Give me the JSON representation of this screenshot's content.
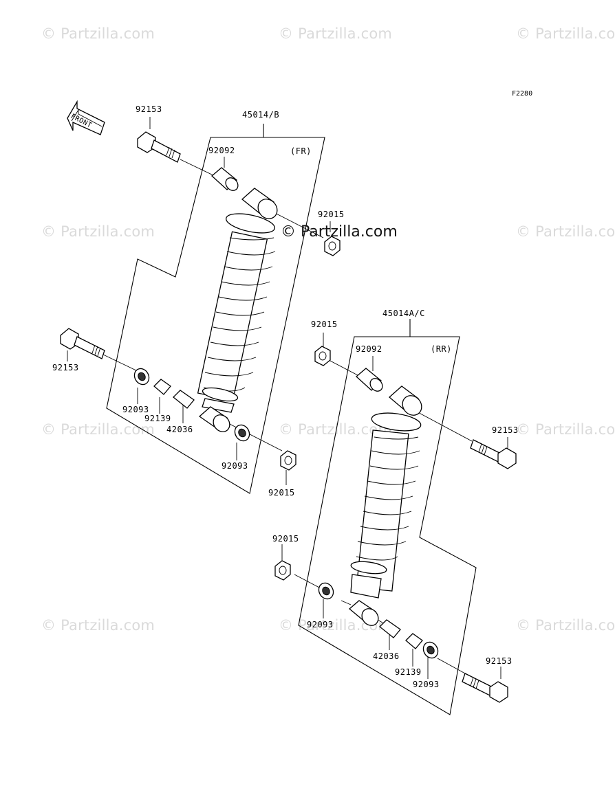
{
  "figure_code": "F2280",
  "front_arrow_label": "FRONT",
  "watermark_text": "© Partzilla.com",
  "center_watermark_text": "© Partzilla.com",
  "front_assembly": {
    "assembly_number": "45014/B",
    "position_tag": "(FR)",
    "labels": {
      "top_bolt": "92153",
      "top_bushing": "92092",
      "top_nut": "92015",
      "lower_bolt": "92153",
      "lower_seal_left": "92093",
      "lower_collar": "92139",
      "lower_sleeve": "42036",
      "lower_seal_right": "92093",
      "lower_nut": "92015"
    }
  },
  "rear_assembly": {
    "assembly_number": "45014A/C",
    "position_tag": "(RR)",
    "labels": {
      "top_nut": "92015",
      "top_bushing": "92092",
      "top_bolt": "92153",
      "lower_nut": "92015",
      "lower_seal_left": "92093",
      "lower_sleeve": "42036",
      "lower_collar": "92139",
      "lower_seal_right": "92093",
      "lower_bolt": "92153"
    }
  }
}
